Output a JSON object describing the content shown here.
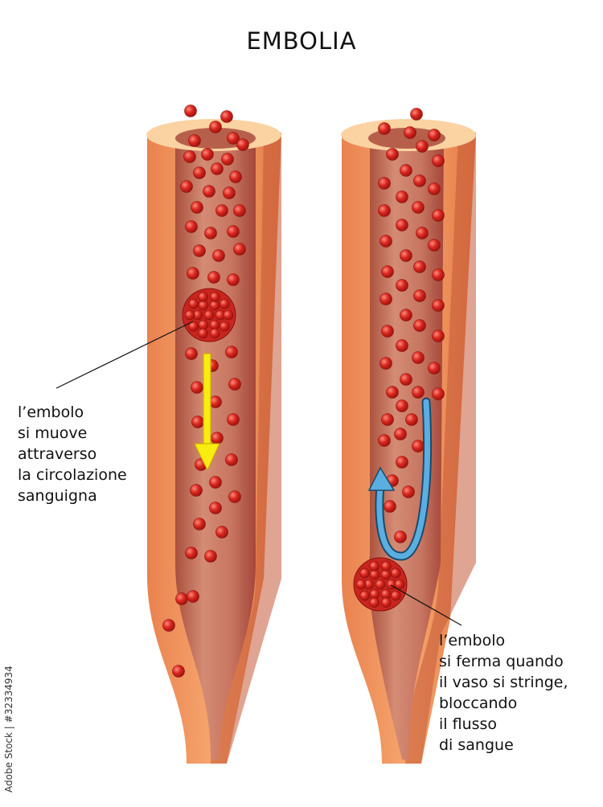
{
  "title": "EMBOLIA",
  "left_caption": {
    "lines": [
      "l’embolo",
      "si muove",
      "attraverso",
      "la circolazione",
      "sanguigna"
    ]
  },
  "right_caption": {
    "lines": [
      "l’embolo",
      "si ferma quando",
      "il vaso si stringe,",
      "bloccando",
      "il flusso",
      "di sangue"
    ]
  },
  "stock_id": "Adobe Stock | #32334934",
  "colors": {
    "vessel_outer": "#f4a06a",
    "vessel_lumen": "#c9705a",
    "vessel_rim": "#fbd2a2",
    "vessel_shadow": "#a9402d",
    "blood_cell": "#d8261e",
    "flow_arrow": "#f8ec10",
    "return_arrow": "#5aaee0"
  },
  "icons": {
    "flow_arrow": "down-arrow-icon",
    "return_arrow": "u-turn-arrow-icon"
  }
}
